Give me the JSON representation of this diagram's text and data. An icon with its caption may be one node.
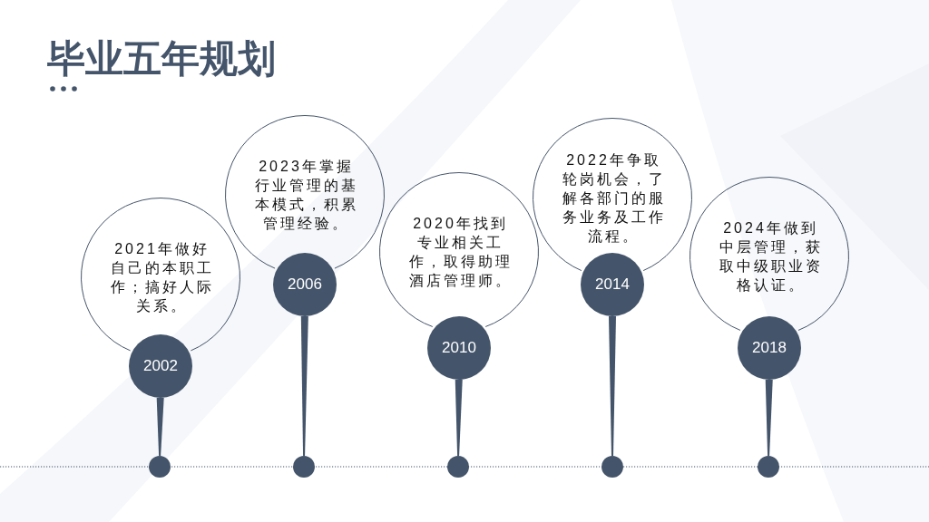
{
  "diagram": {
    "title": "毕业五年规划",
    "nodes": [
      {
        "text": [
          "2021年做好自己的本职工作；搞好人际关系。"
        ]
      },
      {
        "text": [
          "2002"
        ]
      },
      {
        "text": [],
        "shape": "circle"
      },
      {
        "text": [
          "2023年掌握行业管理的基本模式，积累管理经验。"
        ]
      },
      {
        "text": [
          "2006"
        ]
      },
      {
        "text": [],
        "shape": "circle"
      },
      {
        "text": [
          "2020年找到专业相关工作，取得助理酒店管理师。"
        ]
      },
      {
        "text": [
          "2010"
        ]
      },
      {
        "text": [],
        "shape": "circle"
      },
      {
        "text": [
          "2022年争取轮岗机会，了解各部门的服务业务及工作流程。"
        ]
      },
      {
        "text": [
          "2014"
        ]
      },
      {
        "text": [],
        "shape": "circle"
      },
      {
        "text": [
          "2024年做到中层管理，获取中级职业资格认证。"
        ]
      },
      {
        "text": [
          "2018"
        ]
      },
      {
        "text": [],
        "shape": "circle"
      }
    ],
    "edges": [
      {
        "from": 1,
        "to": 2,
        "arrow": "none"
      },
      {
        "from": 4,
        "to": 5,
        "arrow": "none"
      },
      {
        "from": 7,
        "to": 8,
        "arrow": "none"
      },
      {
        "from": 10,
        "to": 11,
        "arrow": "none"
      },
      {
        "from": 13,
        "to": 14,
        "arrow": "none"
      }
    ]
  }
}
